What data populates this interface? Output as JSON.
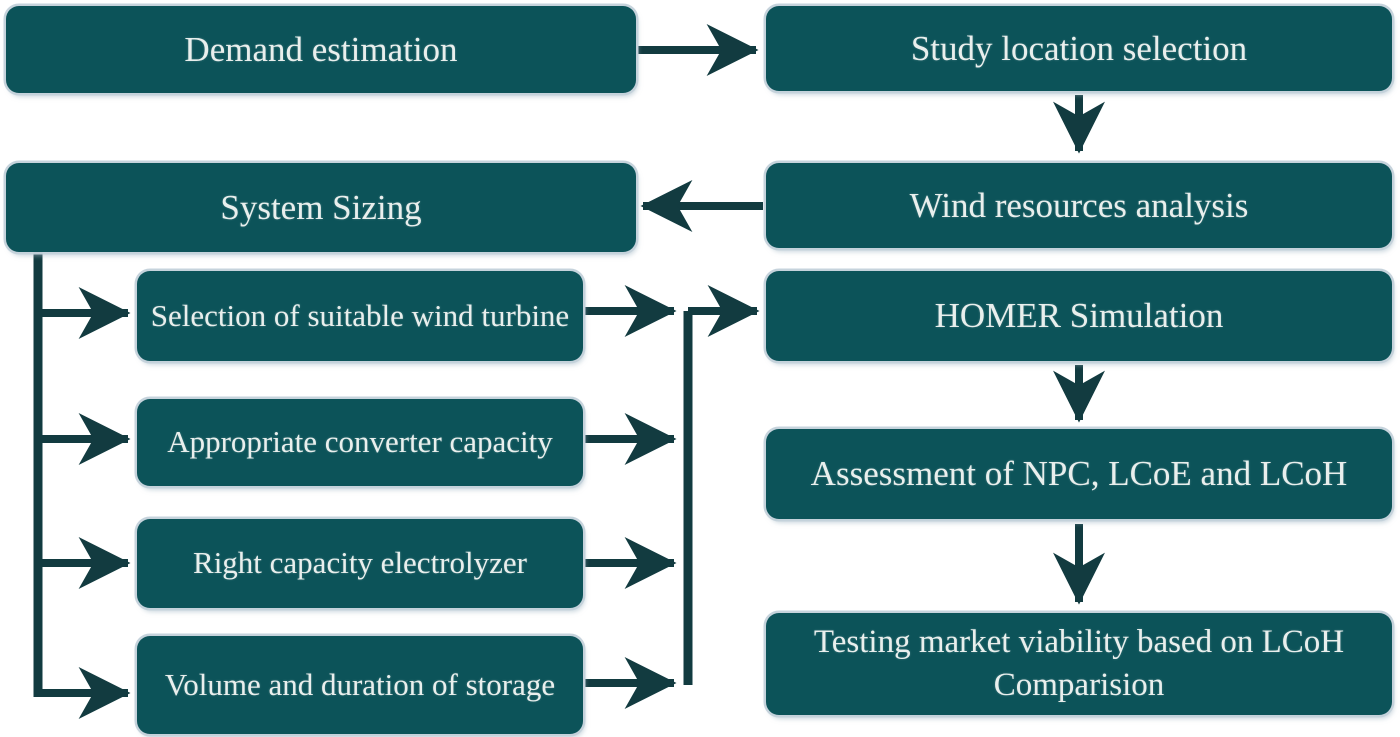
{
  "figure": {
    "type": "flowchart",
    "colors": {
      "box_fill": "#0c5359",
      "box_border": "#c3d1da",
      "arrow": "#123b40",
      "text": "#e9efed",
      "background": "#ffffff"
    },
    "nodes": {
      "demand": "Demand estimation",
      "location": "Study location selection",
      "sizing": "System Sizing",
      "wind": "Wind resources analysis",
      "turbine": "Selection of suitable wind turbine",
      "converter": "Appropriate converter capacity",
      "electrolyzer": "Right capacity electrolyzer",
      "storage": "Volume and duration of storage",
      "homer": "HOMER Simulation",
      "assessment": "Assessment of NPC, LCoE and LCoH",
      "testing": "Testing market viability based on LCoH Comparision"
    },
    "edges": [
      {
        "from": "demand",
        "to": "location"
      },
      {
        "from": "location",
        "to": "wind"
      },
      {
        "from": "wind",
        "to": "sizing"
      },
      {
        "from": "sizing",
        "to": "turbine"
      },
      {
        "from": "sizing",
        "to": "converter"
      },
      {
        "from": "sizing",
        "to": "electrolyzer"
      },
      {
        "from": "sizing",
        "to": "storage"
      },
      {
        "from": "turbine",
        "to": "homer"
      },
      {
        "from": "converter",
        "to": "homer"
      },
      {
        "from": "electrolyzer",
        "to": "homer"
      },
      {
        "from": "storage",
        "to": "homer"
      },
      {
        "from": "homer",
        "to": "assessment"
      },
      {
        "from": "assessment",
        "to": "testing"
      }
    ]
  }
}
